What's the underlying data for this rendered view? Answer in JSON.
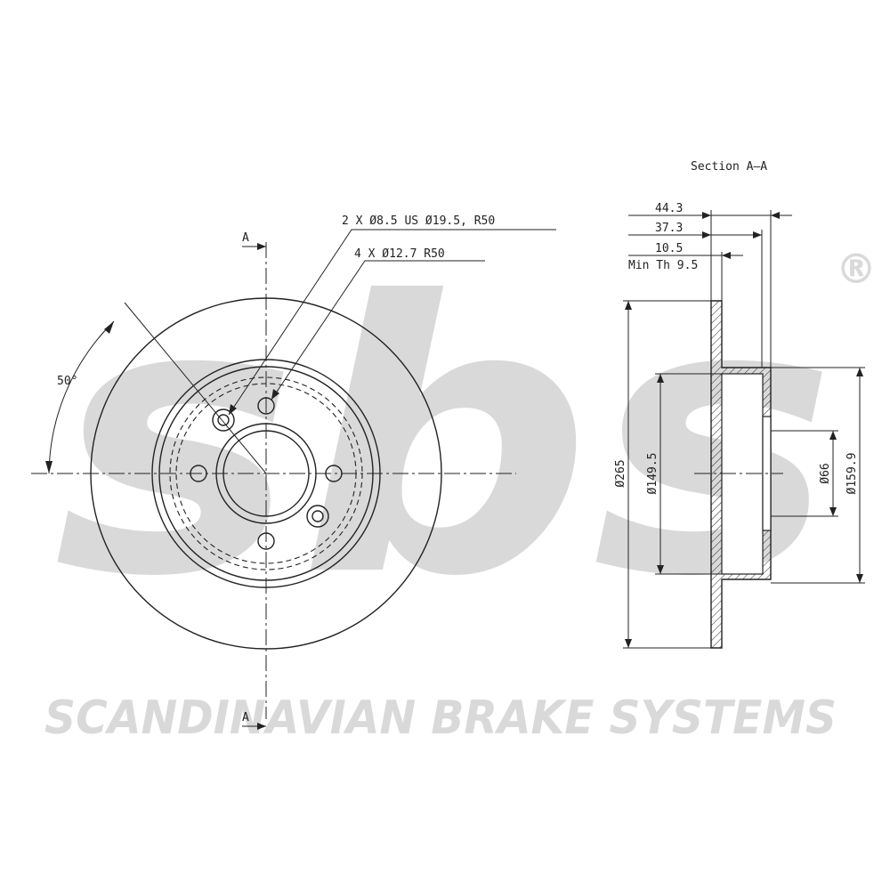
{
  "brand": {
    "logo_text": "sbs",
    "registered_mark": "®",
    "tagline": "SCANDINAVIAN BRAKE SYSTEMS",
    "watermark_color": "#d9d9d9"
  },
  "front_view": {
    "section_mark_top": "A",
    "section_mark_bottom": "A",
    "angle_label": "50°",
    "callout_1": "2 X Ø8.5 US Ø19.5, R50",
    "callout_2": "4 X Ø12.7  R50"
  },
  "section_view": {
    "title": "Section A–A",
    "dim_total_width": "44.3",
    "dim_hat_width": "37.3",
    "dim_thickness": "10.5",
    "dim_min_thickness": "Min Th 9.5",
    "dim_outer_diameter": "Ø265",
    "dim_hat_diameter": "Ø149.5",
    "dim_center_bore": "Ø66",
    "dim_hat_outer": "Ø159.9"
  }
}
